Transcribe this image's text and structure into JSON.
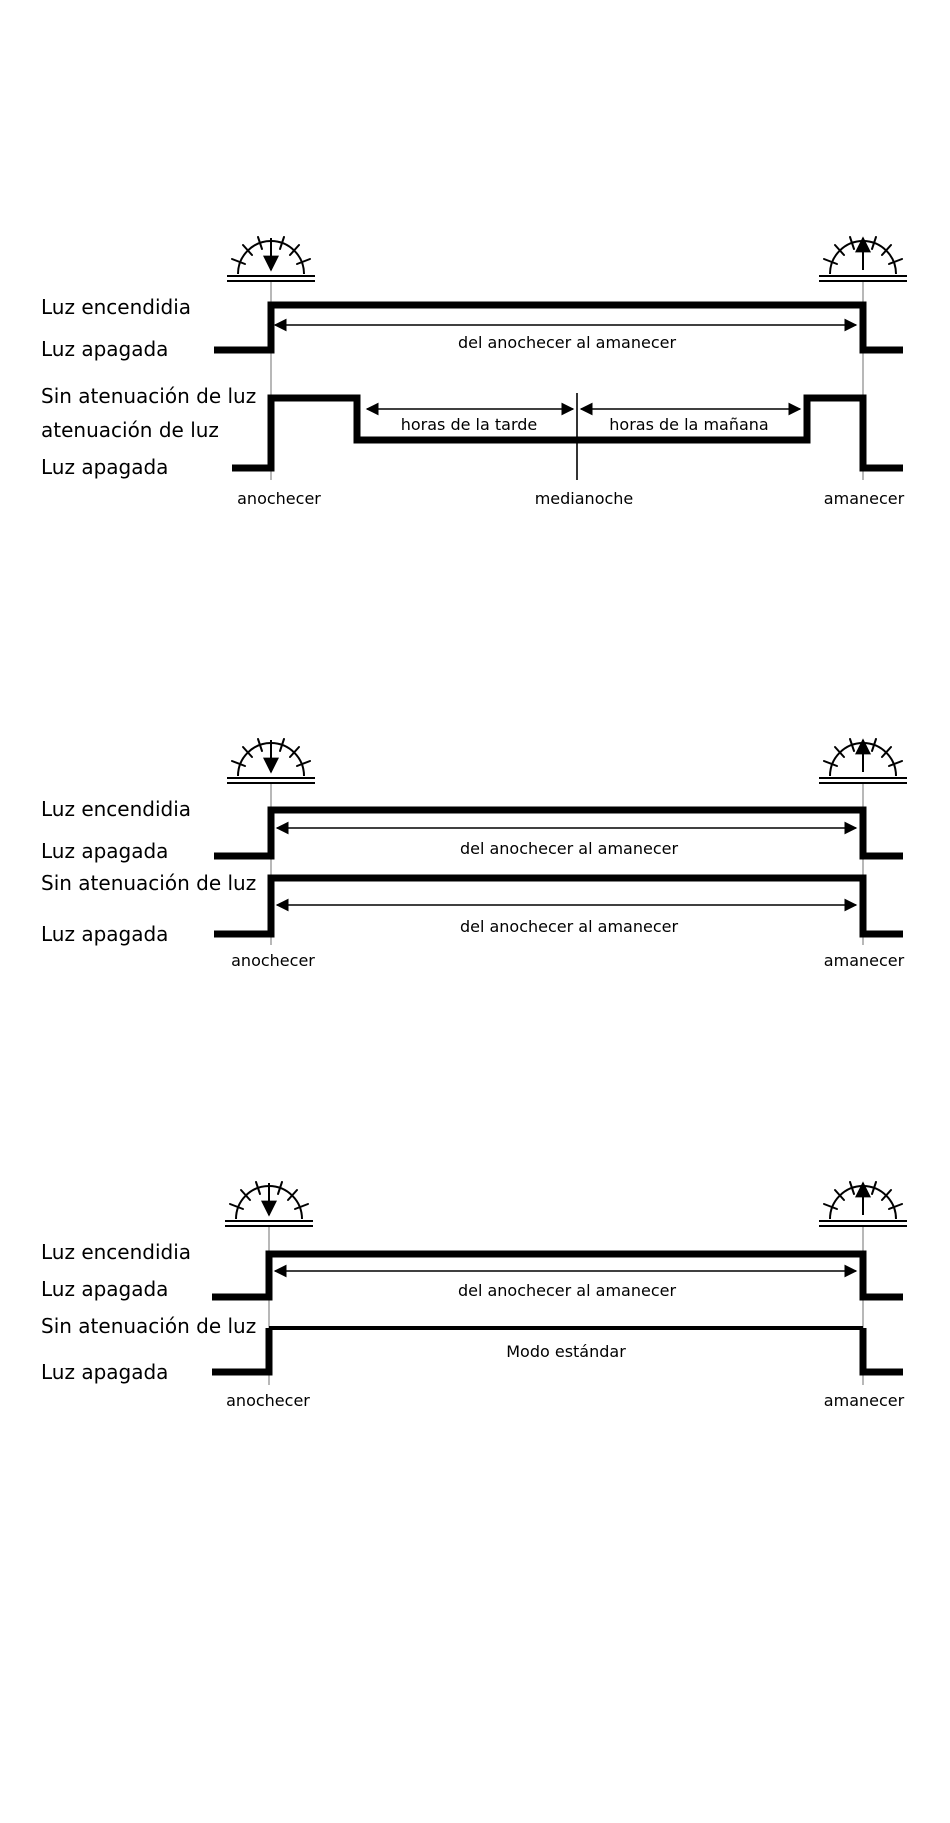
{
  "diagrams": [
    {
      "id": "d1",
      "labels": [
        "Luz encendidia",
        "Luz apagada",
        "Sin atenuación de luz",
        "atenuación de luz",
        "Luz apagada"
      ],
      "spans": [
        "del anochecer al amanecer",
        "horas de la tarde",
        "horas de la mañana"
      ],
      "time_labels": [
        "anochecer",
        "medianoche",
        "amanecer"
      ]
    },
    {
      "id": "d2",
      "labels": [
        "Luz encendidia",
        "Luz apagada",
        "Sin atenuación de luz",
        "Luz apagada"
      ],
      "spans": [
        "del anochecer al amanecer",
        "del anochecer al amanecer"
      ],
      "time_labels": [
        "anochecer",
        "amanecer"
      ]
    },
    {
      "id": "d3",
      "labels": [
        "Luz encendidia",
        "Luz apagada",
        "Sin atenuación de luz",
        "Luz apagada"
      ],
      "spans": [
        "del anochecer al amanecer",
        "Modo estándar"
      ],
      "time_labels": [
        "anochecer",
        "amanecer"
      ]
    }
  ],
  "icons": {
    "sunset": "sunset-icon",
    "sunrise": "sunrise-icon"
  }
}
